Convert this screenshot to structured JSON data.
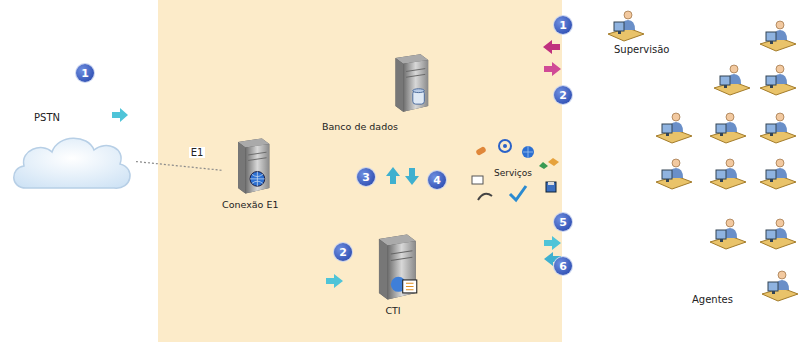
{
  "diagram": {
    "nodes": [
      {
        "text": [
          "PSTN"
        ]
      },
      {
        "text": [
          "Conexão E1"
        ]
      },
      {
        "text": [
          "Banco de dados"
        ]
      },
      {
        "text": [
          "Serviços"
        ]
      },
      {
        "text": [
          "CTI"
        ]
      },
      {
        "text": [
          "Supervisão"
        ]
      },
      {
        "text": [
          "Agentes"
        ]
      }
    ],
    "edges": [
      {
        "from": 0,
        "to": 1,
        "label": "E1",
        "arrow": "none"
      }
    ],
    "labels": [
      "1",
      "1",
      "2",
      "3",
      "4",
      "2",
      "5",
      "6"
    ]
  }
}
